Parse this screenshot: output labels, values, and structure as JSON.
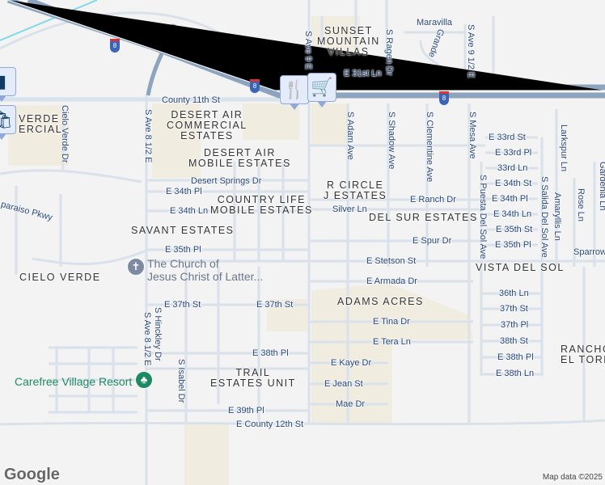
{
  "colors": {
    "background": "#f4f3f3",
    "highway": "#8da4bf",
    "road": "#d9e1ea",
    "street_label": "#26467a",
    "park": "#1e8a63",
    "poi_grey": "#7d8aa1"
  },
  "highway": {
    "shield": "8"
  },
  "areas": {
    "sunset": [
      "SUNSET",
      "MOUNTAIN",
      "VILLAS"
    ],
    "desert_comm": [
      "DESERT AIR",
      "COMMERCIAL",
      "ESTATES"
    ],
    "desert_mobile": [
      "DESERT AIR",
      "MOBILE ESTATES"
    ],
    "country_life": [
      "COUNTRY LIFE",
      "MOBILE ESTATES"
    ],
    "savant": "SAVANT ESTATES",
    "rcircle": [
      "R CIRCLE",
      "J ESTATES"
    ],
    "delsur": "DEL SUR ESTATES",
    "cielo": "CIELO VERDE",
    "vista": "VISTA DEL SOL",
    "adams": "ADAMS ACRES",
    "trail": [
      "TRAIL",
      "ESTATES UNIT"
    ],
    "rancho": [
      "RANCHO",
      "EL TORE"
    ],
    "verde_comm": [
      "VERDE",
      "ERCIAL"
    ]
  },
  "streets": {
    "h": [
      "County 11th St",
      "Desert Springs Dr",
      "E 34th Pl",
      "E 34th Ln",
      "E 35th Pl",
      "E 31st Ln",
      "Maravilla",
      "E 33rd St",
      "E 33rd Pl",
      "33rd Ln",
      "E 34th St",
      "E 34th Pl",
      "E 34th Ln",
      "E 35th St",
      "E 35th Pl",
      "E Ranch Dr",
      "Silver Ln",
      "E Spur Dr",
      "E Stetson St",
      "E Armada Dr",
      "E Tina Dr",
      "E Tera Ln",
      "E Kaye Dr",
      "E Jean St",
      "Mae Dr",
      "36th Ln",
      "37th St",
      "37th Pl",
      "38th St",
      "E 38th Pl",
      "E 38th Ln",
      "Sparrow",
      "E 37th St",
      "E 37th St",
      "E 38th Pl",
      "E 39th Pl",
      "E County 12th St"
    ],
    "v": [
      "S Ave 9 E",
      "S Ragen Dr",
      "S Ave 9 1/2 E",
      "S Adam Ave",
      "S Shadow Ave",
      "S Clementine Ave",
      "S Mesa Ave",
      "S Puesta Del Sol Ave",
      "S Salida Del Sol Ave",
      "Larkspur Ln",
      "Amaryllis Ln",
      "Rose Ln",
      "Gardenia Ln",
      "Cielo Verde Dr",
      "S Ave 8 1/2 E",
      "S Hinckley Dr",
      "S Ave 8 1/2 E",
      "S Isabel Dr",
      "E paraiso Pkwy",
      "Grande"
    ]
  },
  "pois": {
    "church": [
      "The Church of",
      "Jesus Christ of Latter..."
    ],
    "carefree": "Carefree Village Resort"
  },
  "markers": [
    {
      "icon": "restaurant-icon",
      "glyph": "🍴"
    },
    {
      "icon": "shopping-cart-icon",
      "glyph": "🛒"
    },
    {
      "icon": "store-icon",
      "glyph": "▮"
    },
    {
      "icon": "shopping-bag-icon",
      "glyph": "🛍"
    }
  ],
  "footer": {
    "logo": "Google",
    "attribution": "Map data ©2025"
  }
}
